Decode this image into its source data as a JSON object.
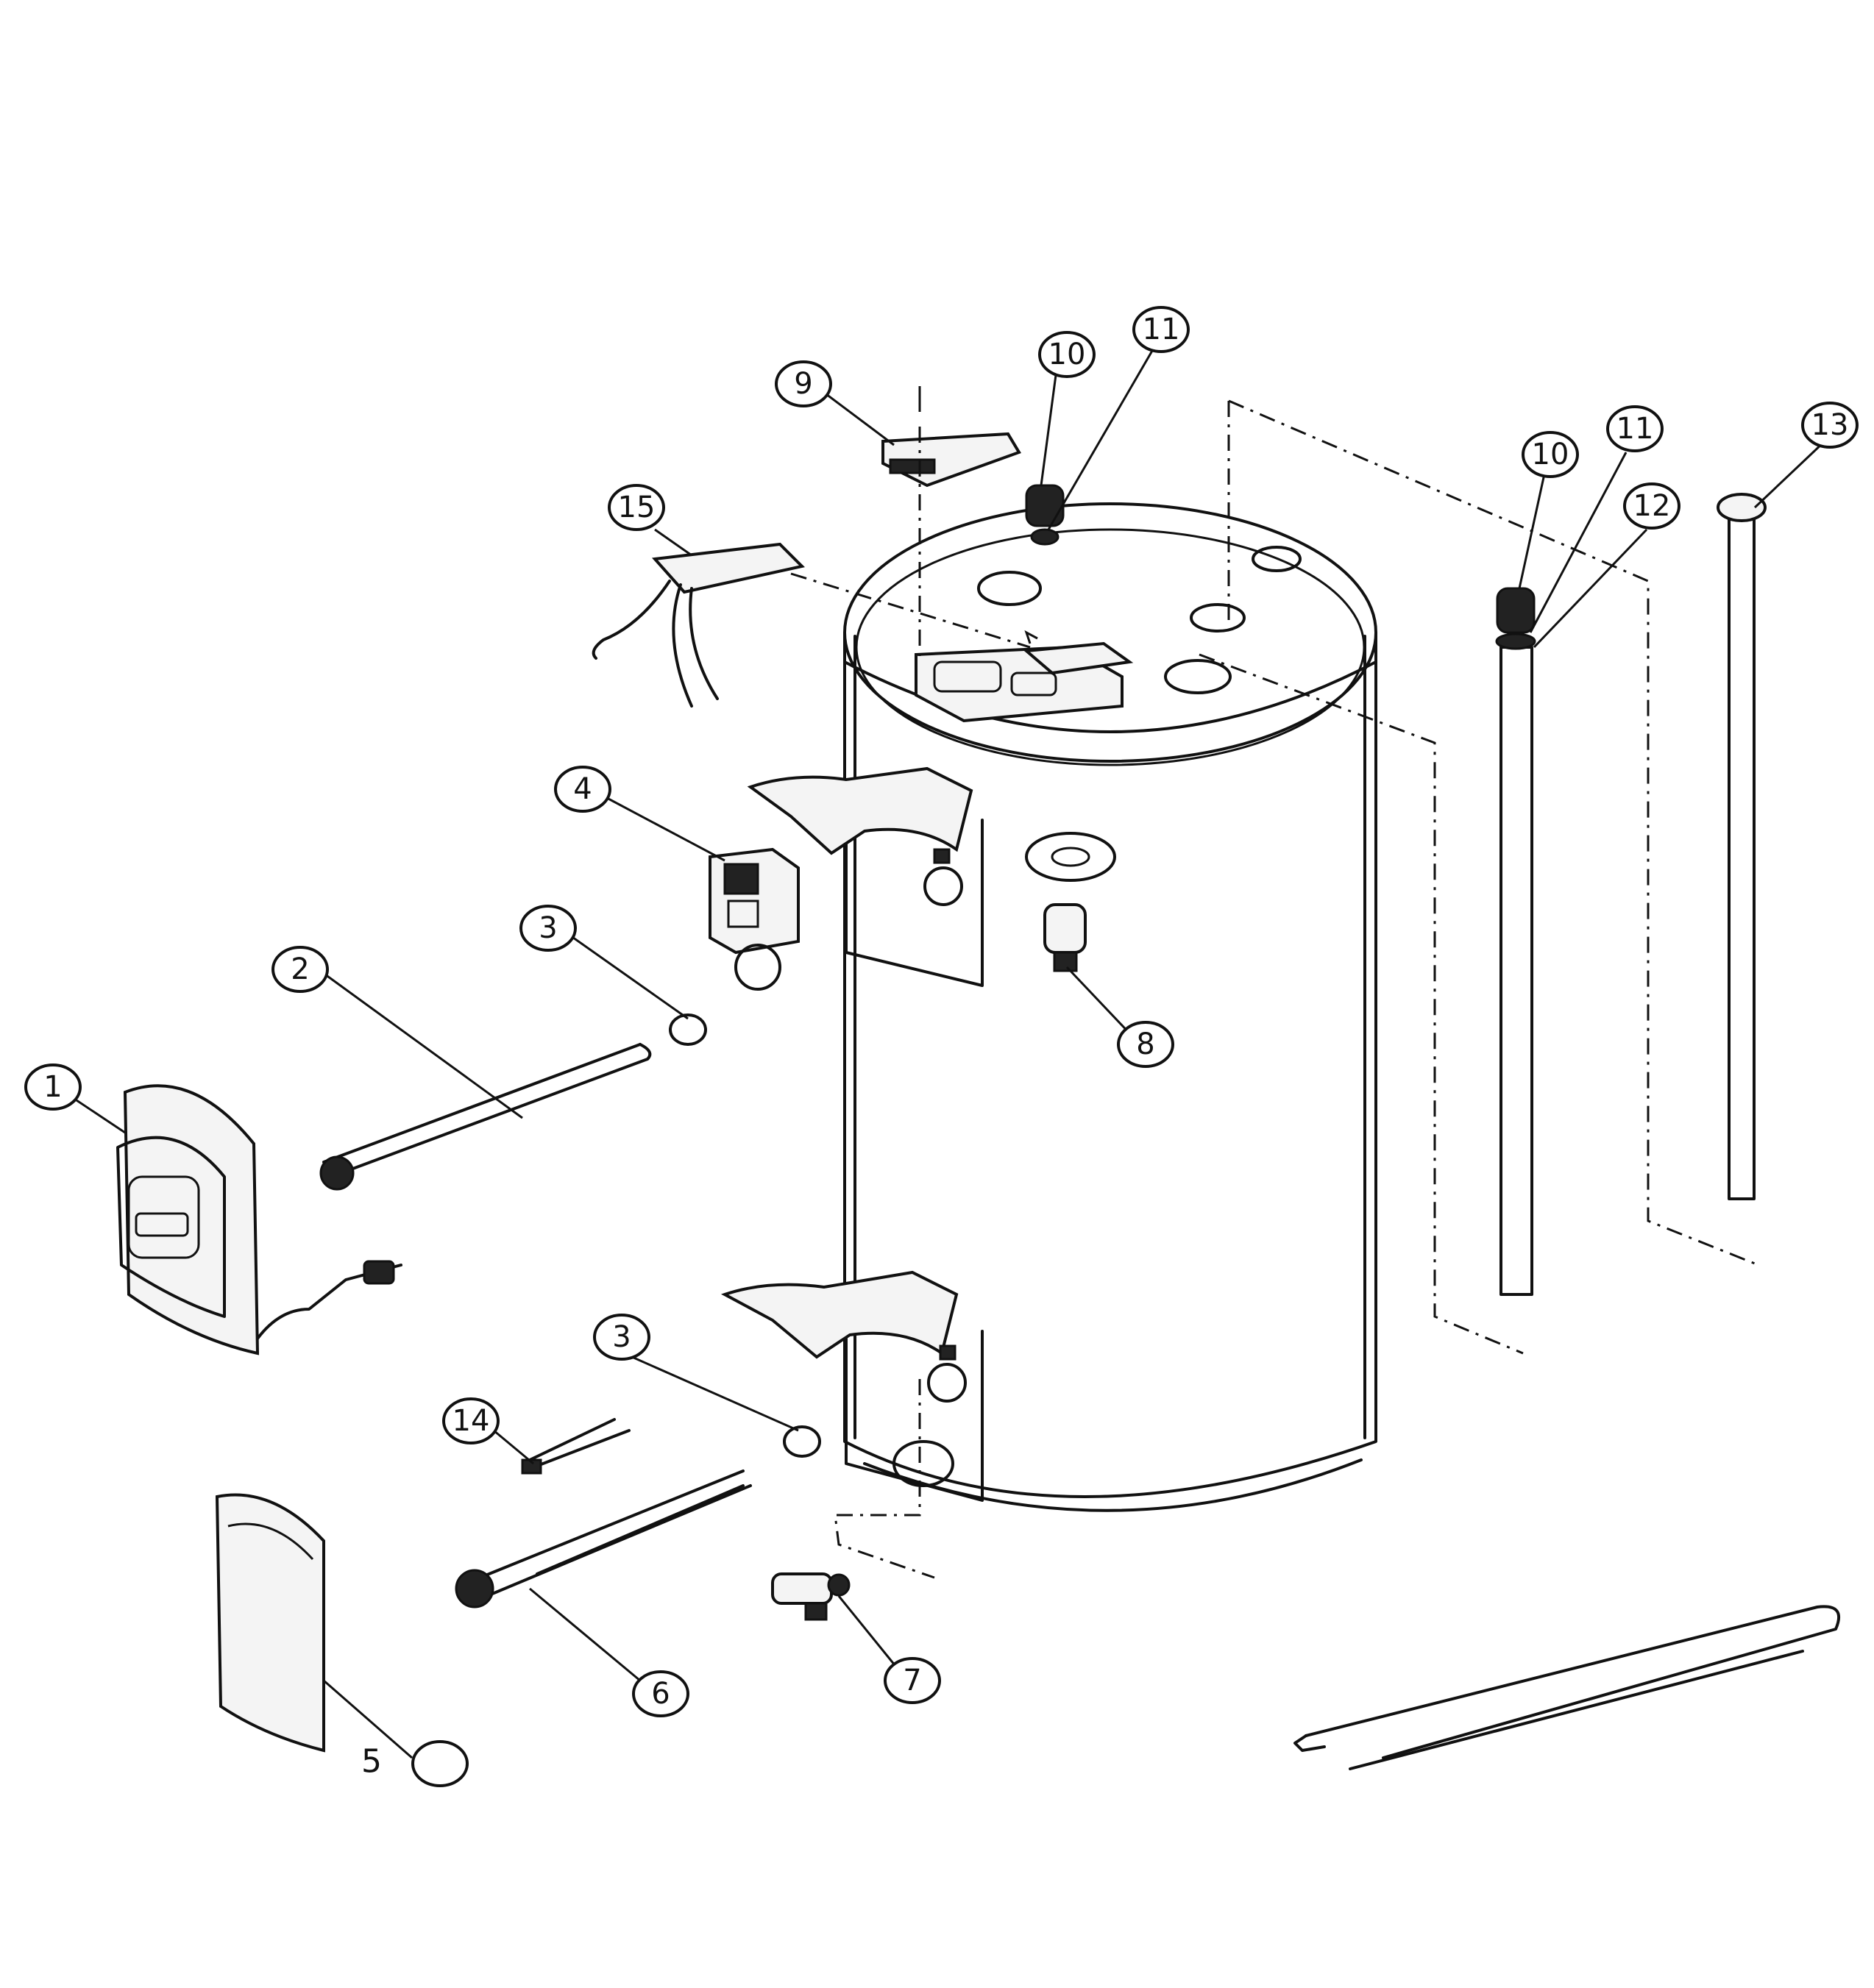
{
  "callouts": {
    "c1": "1",
    "c2": "2",
    "c3a": "3",
    "c3b": "3",
    "c4": "4",
    "c5": "5",
    "c6": "6",
    "c7": "7",
    "c8": "8",
    "c9": "9",
    "c10a": "10",
    "c10b": "10",
    "c11a": "11",
    "c11b": "11",
    "c12": "12",
    "c13": "13",
    "c14": "14",
    "c15": "15"
  }
}
